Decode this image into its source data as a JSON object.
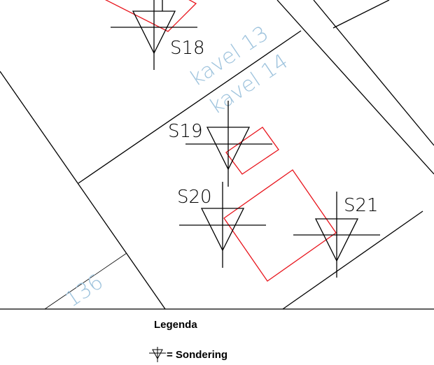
{
  "colors": {
    "line": "#000000",
    "red": "#e8141c",
    "parcel_label": "#9ec3dd"
  },
  "parcel_labels": {
    "kavel13": "kavel 13",
    "kavel14": "kavel 14",
    "kavel136": "136"
  },
  "soundings": {
    "s18": "S18",
    "s19": "S19",
    "s20": "S20",
    "s21": "S21"
  },
  "legend": {
    "title": "Legenda",
    "sondering": "= Sondering",
    "sondering_icon": "sounding-symbol-icon"
  }
}
